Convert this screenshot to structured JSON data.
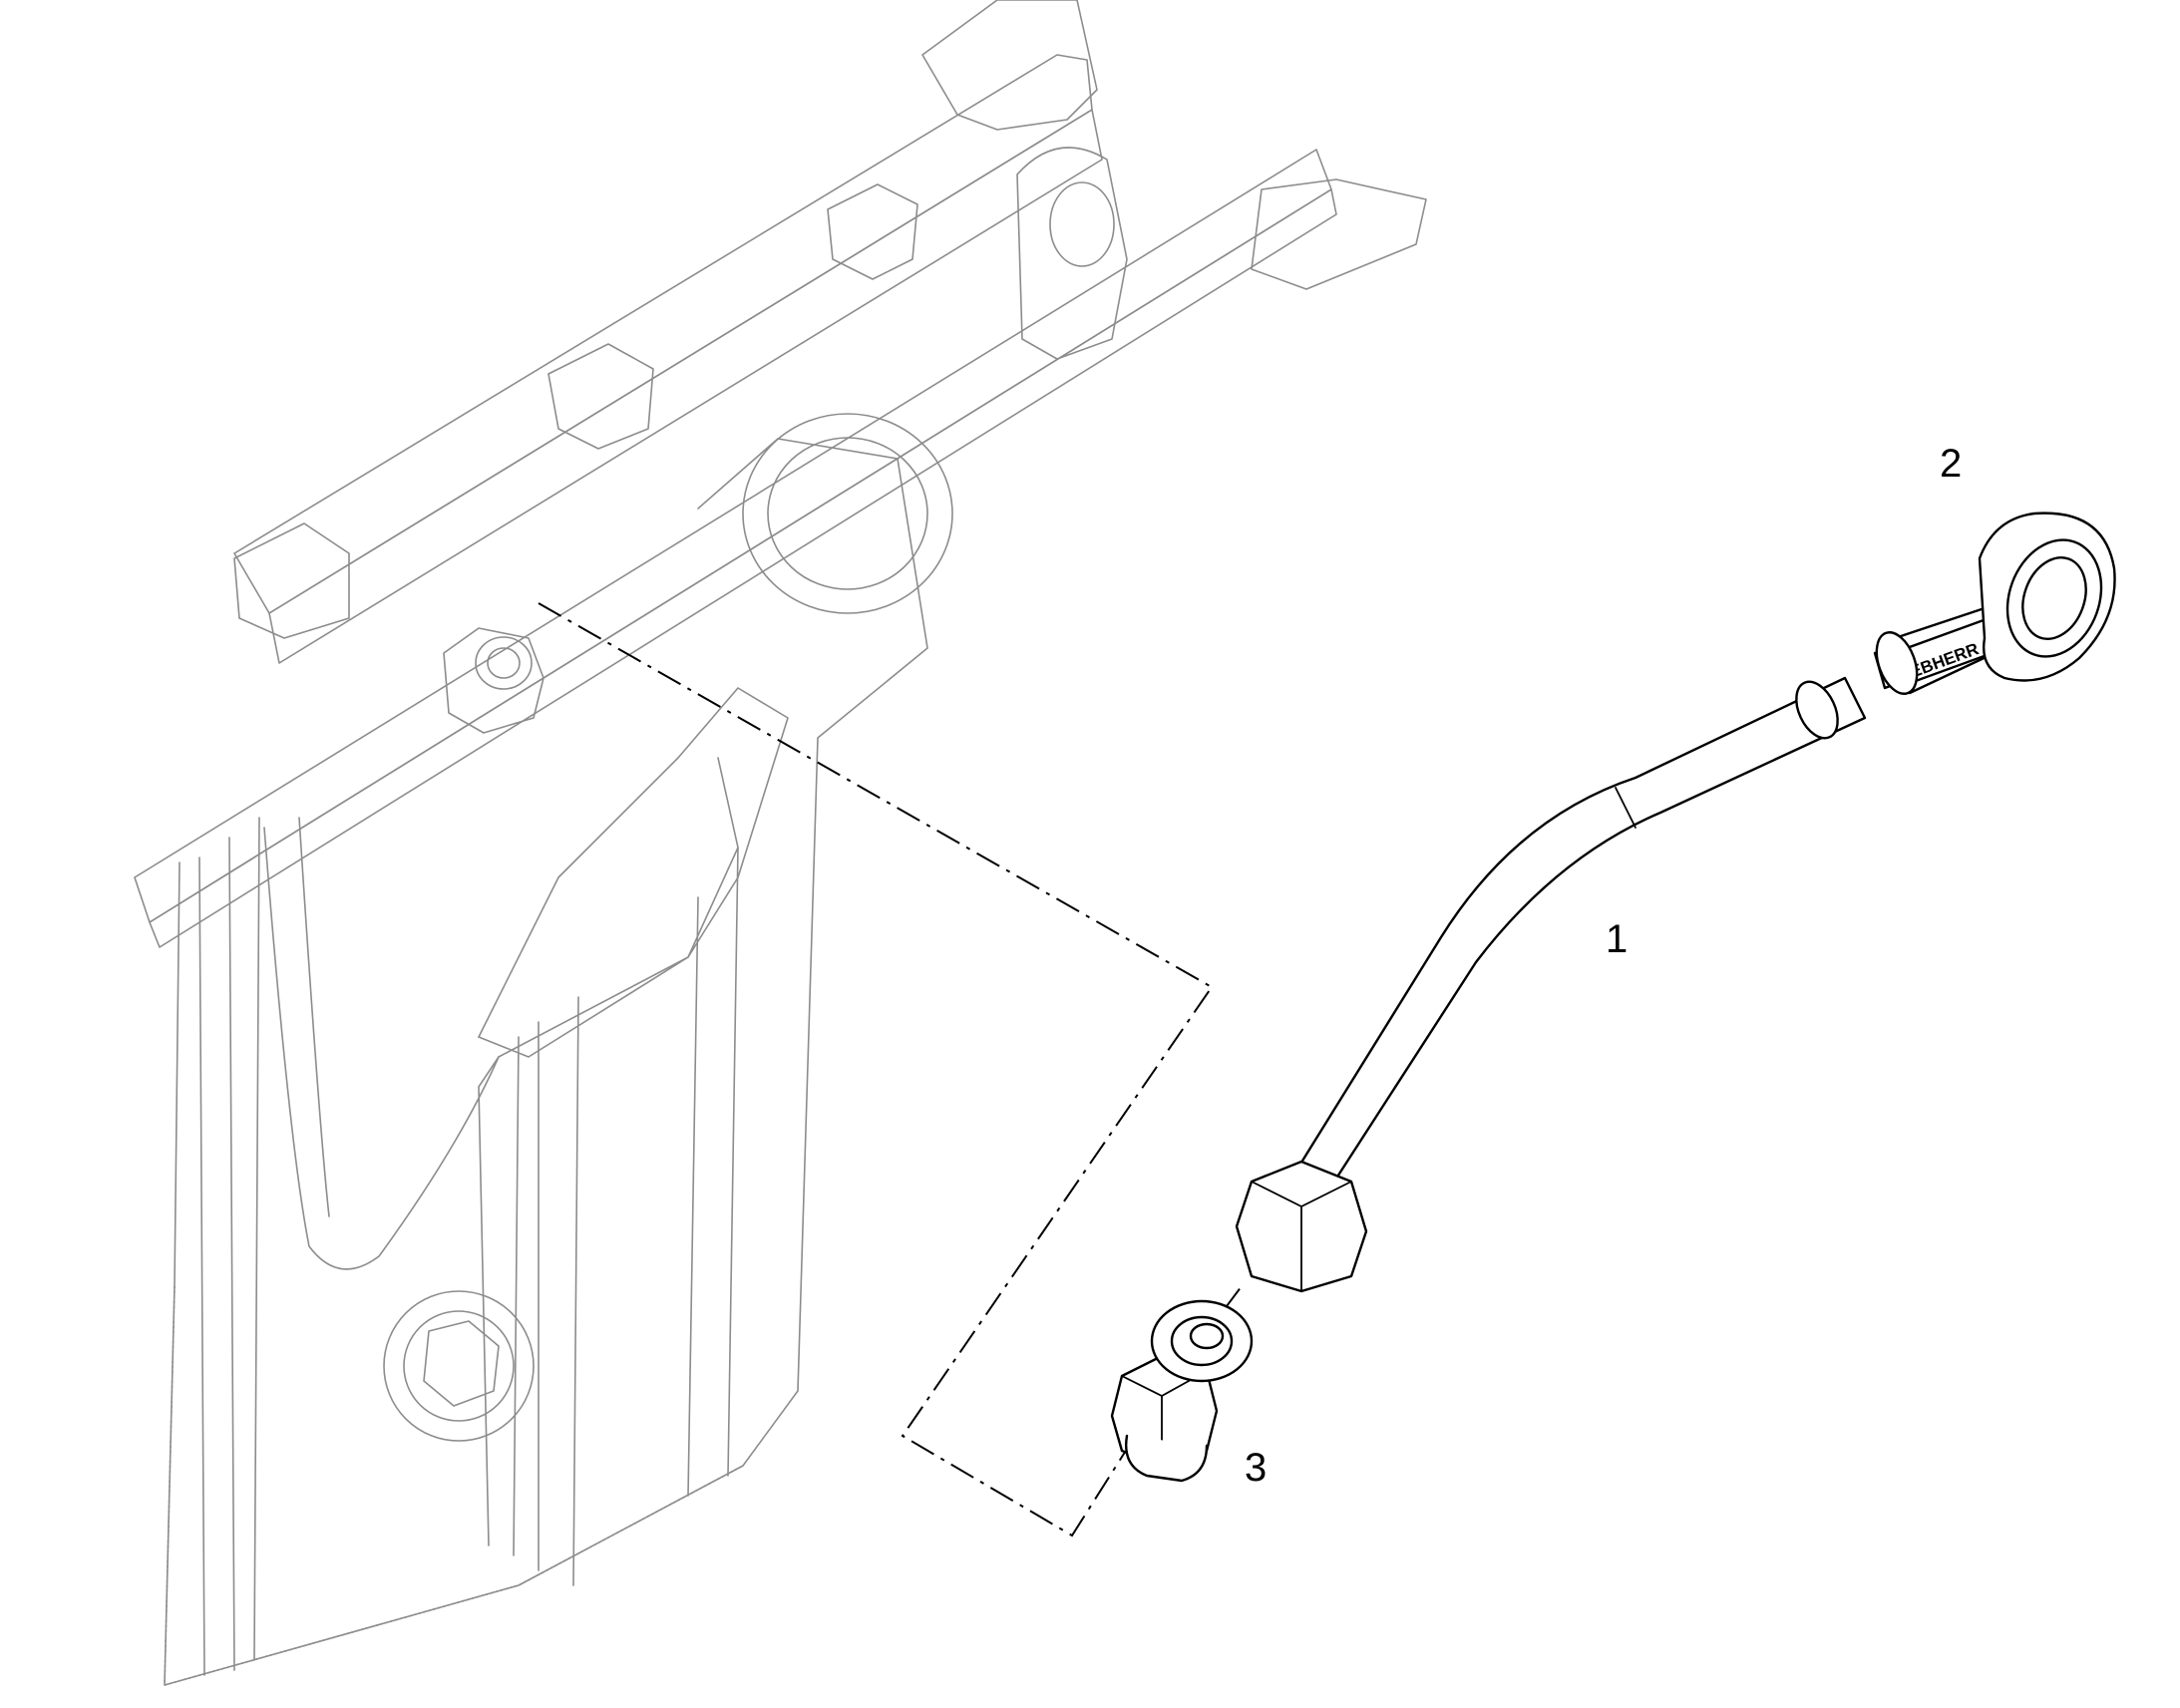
{
  "callouts": [
    {
      "id": "1",
      "label": "1"
    },
    {
      "id": "2",
      "label": "2"
    },
    {
      "id": "3",
      "label": "3"
    }
  ],
  "dipstick_brand": "LIEBHERR"
}
